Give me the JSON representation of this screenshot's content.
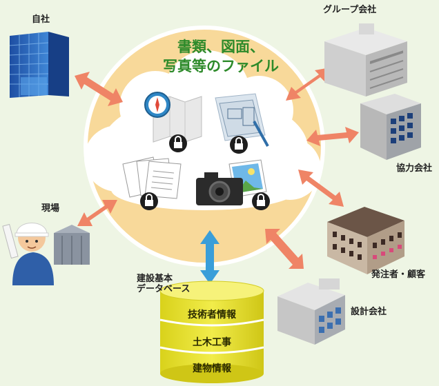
{
  "title": {
    "line1": "書類、図面、",
    "line2": "写真等のファイル"
  },
  "nodes": {
    "own_company": "自社",
    "group_company": "グループ会社",
    "partner_company": "協力会社",
    "site": "現場",
    "client": "発注者・顧客",
    "design_firm": "設計会社"
  },
  "database": {
    "label_line1": "建設基本",
    "label_line2": "データベース",
    "items": [
      "技術者情報",
      "土木工事",
      "建物情報"
    ]
  },
  "colors": {
    "background": "#eef5e4",
    "circle": "#f8d99a",
    "arrow": "#ef8466",
    "db_arrow": "#3a9ed9",
    "db": "#e9e22a",
    "title": "#2d8a2a"
  },
  "icons": [
    "compass-map-icon",
    "blueprint-icon",
    "documents-icon",
    "camera-icon",
    "photo-icon",
    "lock-icon"
  ]
}
